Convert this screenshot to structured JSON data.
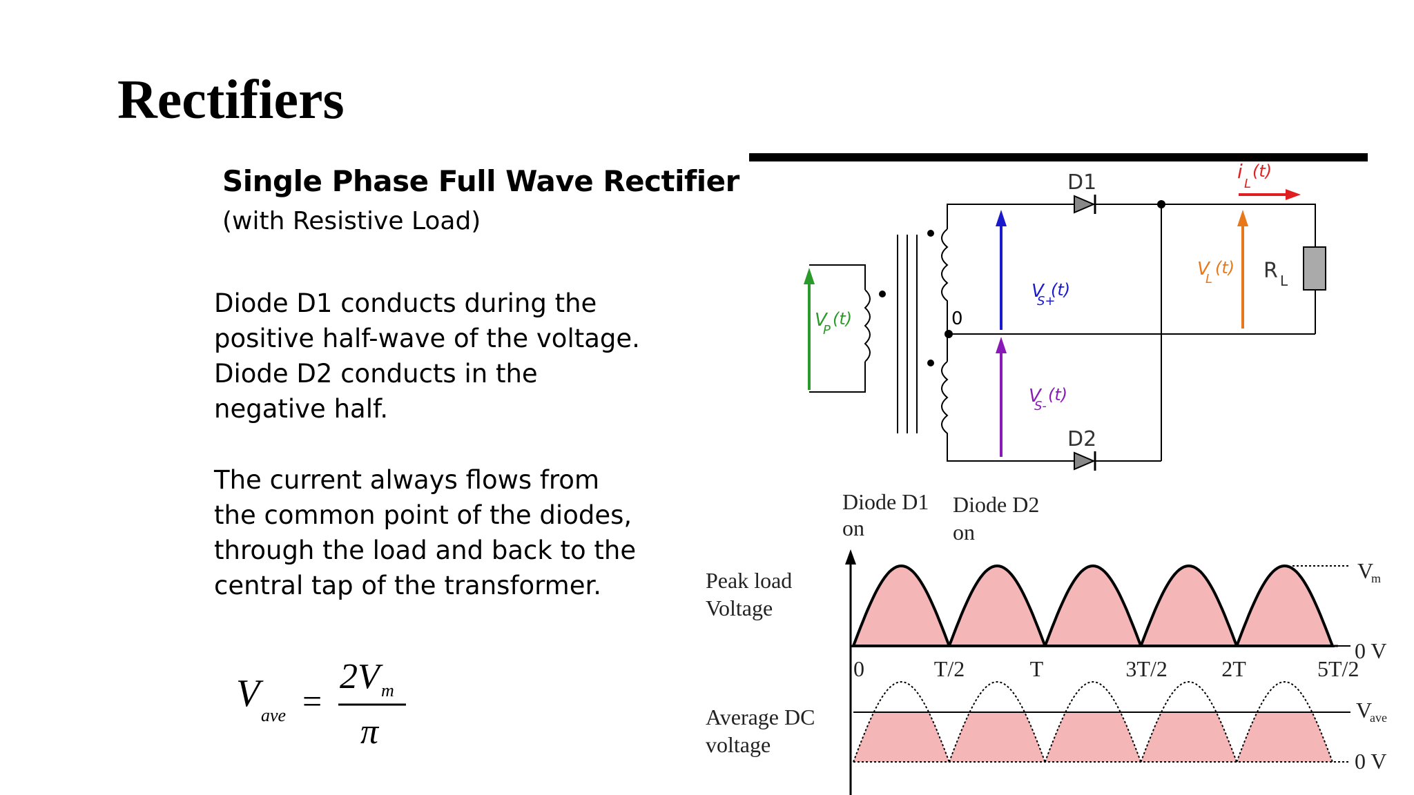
{
  "slide": {
    "title": "Rectifiers",
    "subtitle": "Single Phase Full Wave Rectifier",
    "subnote": "(with Resistive Load)",
    "paragraph1": [
      "Diode D1 conducts during the",
      "positive half-wave of the voltage.",
      "Diode D2 conducts in the",
      "negative half."
    ],
    "paragraph2": [
      "The current always flows from",
      "the common point of the diodes,",
      "through the load and back to the",
      "central tap of the transformer."
    ],
    "formula": {
      "lhs": "V",
      "lhs_sub": "ave",
      "equals": "=",
      "numerator": "2V",
      "numerator_sub": "m",
      "denominator": "π"
    }
  },
  "circuit": {
    "d1": "D1",
    "d2": "D2",
    "vp": "V",
    "vp_sub": "P",
    "vp_arg": "(t)",
    "vs_plus": "V",
    "vs_plus_sub": "S+",
    "vs_plus_arg": "(t)",
    "vs_minus": "V",
    "vs_minus_sub": "S-",
    "vs_minus_arg": "(t)",
    "vl": "V",
    "vl_sub": "L",
    "vl_arg": "(t)",
    "il": "i",
    "il_sub": "L",
    "il_arg": "(t)",
    "rl": "R",
    "rl_sub": "L",
    "center_tap": "0",
    "colors": {
      "vp": "#2a9a2a",
      "vs_plus": "#1a1acc",
      "vs_minus": "#8a1ab8",
      "vl": "#e8781a",
      "il": "#e02020",
      "fill": "#f4b6b6"
    }
  },
  "waveform": {
    "diode_d1_line1": "Diode D1",
    "diode_d1_line2": "on",
    "diode_d2_line1": "Diode D2",
    "diode_d2_line2": "on",
    "peak_label_line1": "Peak load",
    "peak_label_line2": "Voltage",
    "avg_label_line1": "Average DC",
    "avg_label_line2": "voltage",
    "vm": "V",
    "vm_sub": "m",
    "vave": "V",
    "vave_sub": "ave",
    "zero_v_top": "0 V",
    "zero_v_bottom": "0 V",
    "ticks": [
      "0",
      "T/2",
      "T",
      "3T/2",
      "2T",
      "5T/2"
    ],
    "half_cycles": 5
  }
}
